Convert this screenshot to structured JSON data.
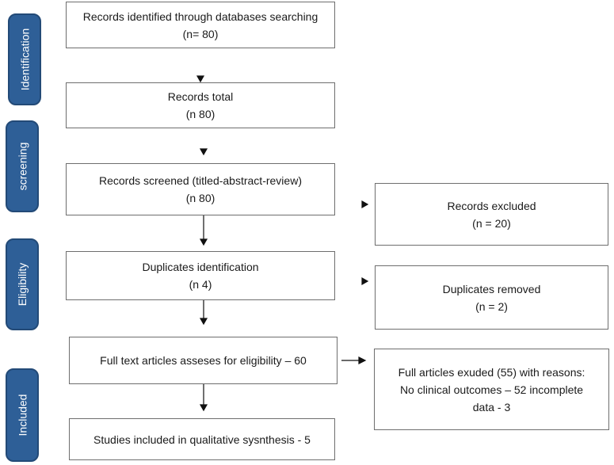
{
  "stages": {
    "identification": "Identification",
    "screening": "screening",
    "eligibility": "Eligibility",
    "included": "Included"
  },
  "boxes": {
    "records_identified": {
      "line1": "Records identified through databases searching",
      "line2": "(n= 80)"
    },
    "records_total": {
      "line1": "Records total",
      "line2": "(n 80)"
    },
    "records_screened": {
      "line1": "Records screened (titled-abstract-review)",
      "line2": "(n 80)"
    },
    "records_excluded": {
      "line1": "Records excluded",
      "line2": "(n = 20)"
    },
    "duplicates_identification": {
      "line1": "Duplicates identification",
      "line2": "(n 4)"
    },
    "duplicates_removed": {
      "line1": "Duplicates removed",
      "line2": "(n = 2)"
    },
    "full_text": {
      "line1": "Full text articles asseses for eligibility – 60"
    },
    "full_excluded": {
      "line1": "Full articles exuded (55) with reasons:",
      "line2": "No clinical outcomes – 52 incomplete",
      "line3": "data - 3"
    },
    "studies_included": {
      "line1": "Studies included in qualitative sysnthesis - 5"
    }
  }
}
